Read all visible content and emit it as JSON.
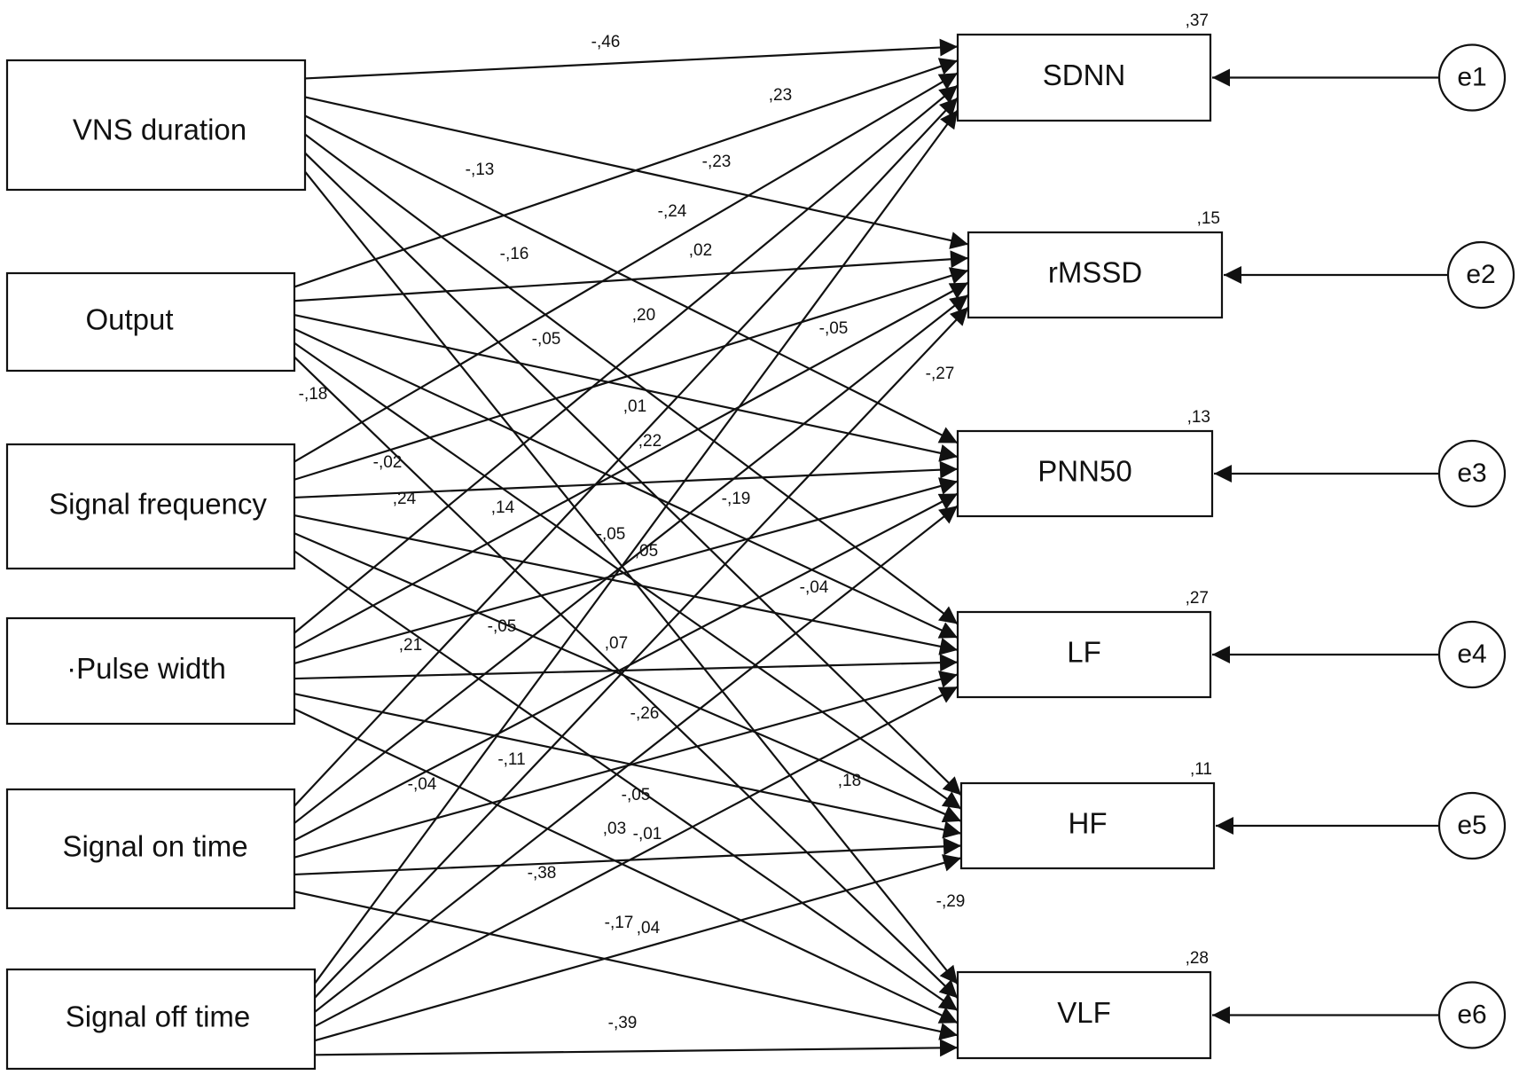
{
  "diagram": {
    "predictors": [
      {
        "id": "vns",
        "label": "VNS duration"
      },
      {
        "id": "output",
        "label": "Output"
      },
      {
        "id": "sigfreq",
        "label": "Signal frequency"
      },
      {
        "id": "pulse",
        "label": "·Pulse width"
      },
      {
        "id": "ontime",
        "label": "Signal on time"
      },
      {
        "id": "offtime",
        "label": "Signal off time"
      }
    ],
    "outcomes": [
      {
        "id": "sdnn",
        "label": "SDNN",
        "r2": ",37",
        "error": "e1"
      },
      {
        "id": "rmssd",
        "label": "rMSSD",
        "r2": ",15",
        "error": "e2"
      },
      {
        "id": "pnn50",
        "label": "PNN50",
        "r2": ",13",
        "error": "e3"
      },
      {
        "id": "lf",
        "label": "LF",
        "r2": ",27",
        "error": "e4"
      },
      {
        "id": "hf",
        "label": "HF",
        "r2": ",11",
        "error": "e5"
      },
      {
        "id": "vlf",
        "label": "VLF",
        "r2": ",28",
        "error": "e6"
      }
    ],
    "coefficient_labels": [
      ",23",
      "-,46",
      "-,13",
      "-,23",
      "-,24",
      "-,16",
      ",02",
      ",20",
      "-,05",
      "-,05",
      "-,27",
      "-,18",
      ",01",
      ",22",
      "-,02",
      ",24",
      ",14",
      "-,19",
      "-,05",
      ",05",
      "-,04",
      ",21",
      "-,05",
      ",07",
      "-,26",
      "-,11",
      "-,04",
      "-,05",
      ",18",
      ",03",
      "-,01",
      "-,38",
      "-,29",
      "-,17",
      ",04",
      "-,39"
    ]
  }
}
